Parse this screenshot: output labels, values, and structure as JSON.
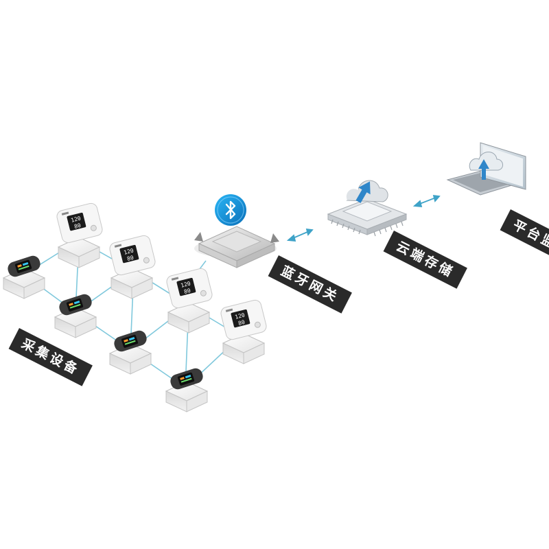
{
  "labels": {
    "collect": "采集设备",
    "gateway": "蓝牙网关",
    "cloud": "云端存储",
    "platform": "平台监测"
  },
  "devices": {
    "bp_readings": {
      "sys": "120",
      "dia": "80"
    }
  },
  "icons": {
    "bluetooth": "bluetooth-icon",
    "cloud": "cloud-icon",
    "upload_arrow": "upload-arrow-icon"
  },
  "colors": {
    "link_line": "#7fc8dc",
    "bluetooth_badge": "#1590d8",
    "banner": "#2a2a2a",
    "arrow": "#3fa3c8"
  }
}
